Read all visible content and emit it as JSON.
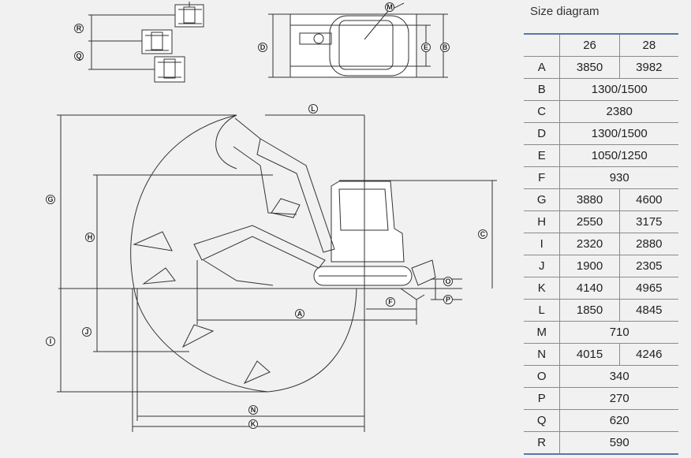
{
  "panel": {
    "title": "Size diagram",
    "columns": [
      "26",
      "28"
    ],
    "rows": [
      {
        "key": "A",
        "values": [
          "3850",
          "3982"
        ]
      },
      {
        "key": "B",
        "values": [
          "1300/1500"
        ]
      },
      {
        "key": "C",
        "values": [
          "2380"
        ]
      },
      {
        "key": "D",
        "values": [
          "1300/1500"
        ]
      },
      {
        "key": "E",
        "values": [
          "1050/1250"
        ]
      },
      {
        "key": "F",
        "values": [
          "930"
        ]
      },
      {
        "key": "G",
        "values": [
          "3880",
          "4600"
        ]
      },
      {
        "key": "H",
        "values": [
          "2550",
          "3175"
        ]
      },
      {
        "key": "I",
        "values": [
          "2320",
          "2880"
        ]
      },
      {
        "key": "J",
        "values": [
          "1900",
          "2305"
        ]
      },
      {
        "key": "K",
        "values": [
          "4140",
          "4965"
        ]
      },
      {
        "key": "L",
        "values": [
          "1850",
          "4845"
        ]
      },
      {
        "key": "M",
        "values": [
          "710"
        ]
      },
      {
        "key": "N",
        "values": [
          "4015",
          "4246"
        ]
      },
      {
        "key": "O",
        "values": [
          "340"
        ]
      },
      {
        "key": "P",
        "values": [
          "270"
        ]
      },
      {
        "key": "Q",
        "values": [
          "620"
        ]
      },
      {
        "key": "R",
        "values": [
          "590"
        ]
      }
    ]
  },
  "diagram": {
    "labels": {
      "A": "A",
      "B": "B",
      "C": "C",
      "D": "D",
      "E": "E",
      "F": "F",
      "G": "G",
      "H": "H",
      "I": "I",
      "J": "J",
      "K": "K",
      "L": "L",
      "M": "M",
      "N": "N",
      "O": "O",
      "P": "P",
      "Q": "Q",
      "R": "R"
    },
    "colors": {
      "line": "#333333",
      "accent": "#5577aa",
      "background": "#f1f1f1"
    }
  }
}
